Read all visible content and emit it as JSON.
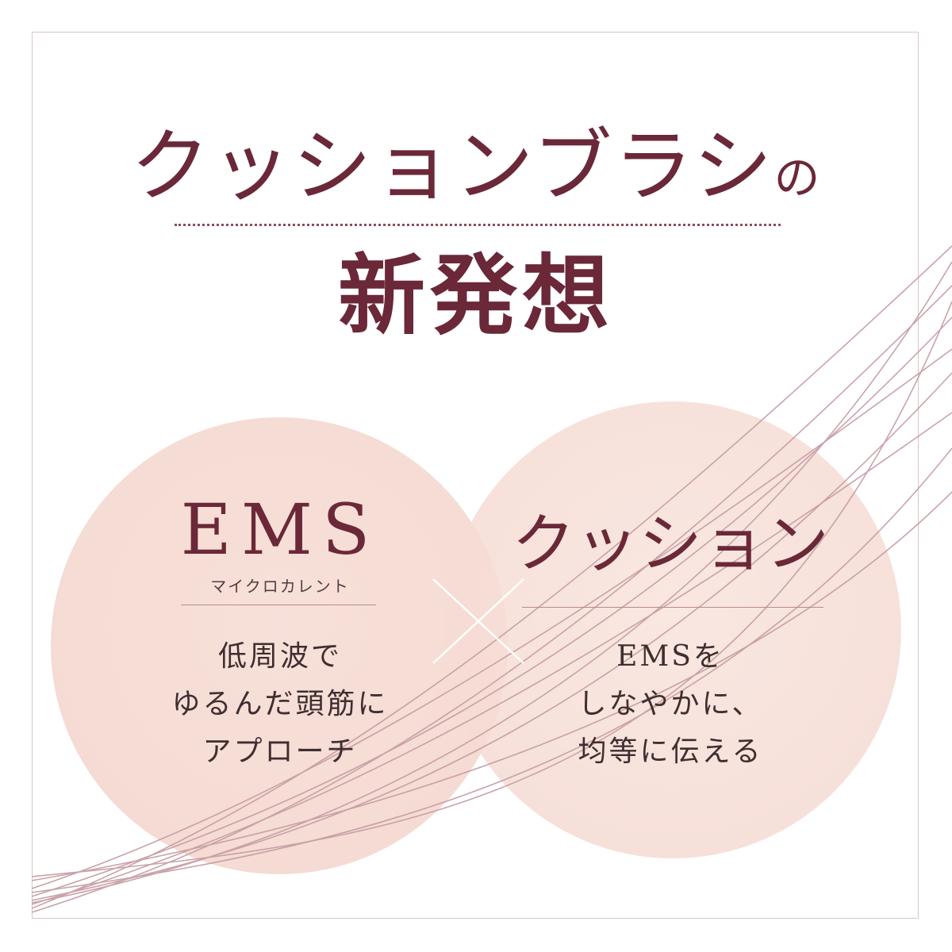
{
  "title": {
    "line1_main": "クッションブラシ",
    "line1_particle": "の",
    "line2": "新発想"
  },
  "left_circle": {
    "heading": "EMS",
    "subheading": "マイクロカレント",
    "lines": [
      "低周波で",
      "ゆるんだ頭筋に",
      "アプローチ"
    ]
  },
  "right_circle": {
    "heading": "クッション",
    "lines": [
      "EMSを",
      "しなやかに、",
      "均等に伝える"
    ]
  },
  "decorations": {
    "multiply_icon": "times-icon",
    "wave_icon": "flowing-lines-icon"
  },
  "colors": {
    "accent": "#6b2838",
    "circle_fill": "#f4d8d0",
    "wave_stroke": "#c49aa1"
  }
}
